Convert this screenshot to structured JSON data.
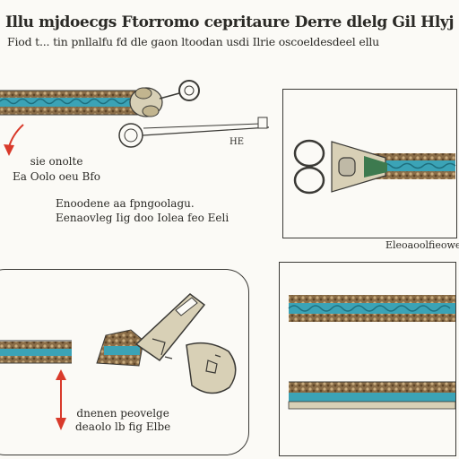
{
  "title": {
    "line1": "Illu mjdoecgs Ftorromo cepritaure Derre dlelg Gil Hlyj",
    "line2": "Fiod t... tin pnllalfu fd dle gaon ltoodan usdi Ilrie oscoeldesdeel ellu"
  },
  "notes": {
    "note_1": "sie onolte\nEa Oolo oeu Bfo",
    "note_2": "Enoodene aa fpngoolagu.\nEenaovleg Iig doo Iolea feo Eeli",
    "note_3": "Eleoaoolfieowe",
    "note_4": "dnenen peovelge\ndeaolo lb fig Elbe",
    "note_5": "HE"
  },
  "colors": {
    "teal": "#3ba3b6",
    "brown": "#8a6d48",
    "beige": "#d8d0b6",
    "red_arrow": "#d93a2b",
    "line": "#3b3a36",
    "green_wedge": "#3d7a4f"
  }
}
